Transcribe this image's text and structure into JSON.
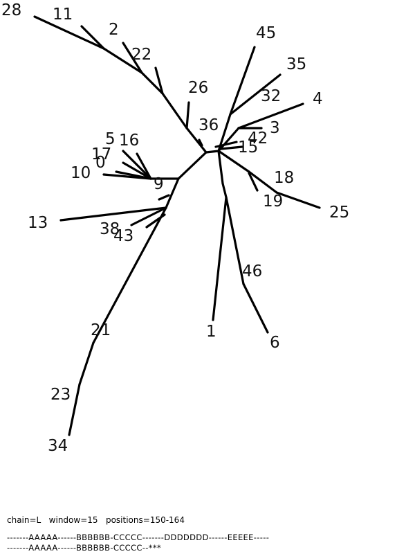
{
  "tree": {
    "stroke_color": "#000000",
    "label_color": "#111111",
    "leaves": [
      "28",
      "11",
      "2",
      "22",
      "26",
      "36",
      "45",
      "35",
      "32",
      "4",
      "3",
      "42",
      "15",
      "18",
      "19",
      "25",
      "46",
      "1",
      "6",
      "9",
      "5",
      "16",
      "17",
      "0",
      "10",
      "13",
      "38",
      "43",
      "21",
      "23",
      "34"
    ]
  },
  "footer": {
    "info_line": "chain=L   window=15   positions=150-164",
    "sequence_lines": [
      "-------AAAAA------BBBBBB-CCCCC-------DDDDDDD------EEEEE-----",
      "-------AAAAA------BBBBBB-CCCCC--***"
    ]
  }
}
